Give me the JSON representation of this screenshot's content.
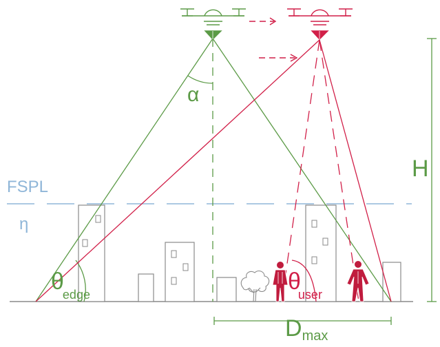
{
  "colors": {
    "green": "#5b9a46",
    "red": "#d11f48",
    "blue": "#8fb6d8",
    "gray": "#8a8a8a",
    "white": "#ffffff"
  },
  "labels": {
    "alpha": "α",
    "fspl": "FSPL",
    "eta": "η",
    "height": "H",
    "theta_symbol": "θ",
    "edge_sub": "edge",
    "user_sub": "user",
    "d_symbol": "D",
    "max_sub": "max"
  },
  "icons": {
    "drone": "drone-icon",
    "person": "person-icon",
    "tree": "tree-icon",
    "building": "building-icon"
  }
}
